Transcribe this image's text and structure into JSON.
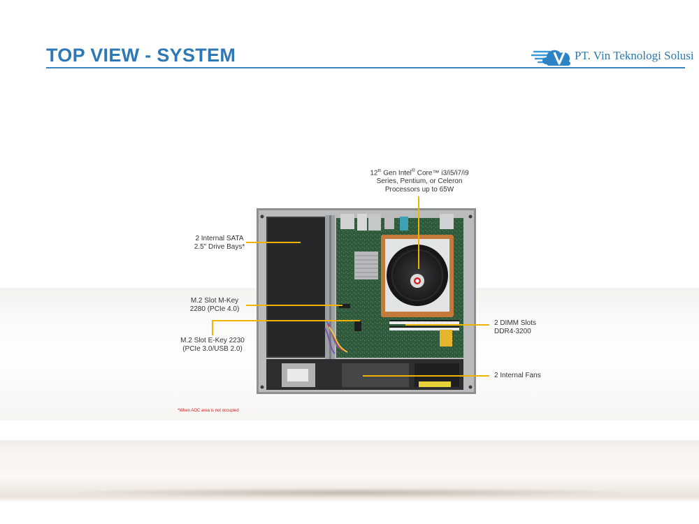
{
  "header": {
    "title": "TOP VIEW - SYSTEM",
    "logo_text": "PT. Vin Teknologi Solusi"
  },
  "callouts": {
    "cpu": {
      "line1_prefix": "12",
      "line1_sup": "th",
      "line1_mid": " Gen Intel",
      "line1_reg": "®",
      "line1_suffix": " Core™ i3/i5/i7/i9",
      "line2": "Series, Pentium, or Celeron",
      "line3": "Processors up to 65W"
    },
    "sata": {
      "line1": "2 Internal SATA",
      "line2": "2.5\" Drive Bays*"
    },
    "m2_mkey": {
      "line1": "M.2 Slot M-Key",
      "line2": "2280 (PCIe 4.0)"
    },
    "m2_ekey": {
      "line1": "M.2 Slot E-Key 2230",
      "line2": "(PCIe 3.0/USB 2.0)"
    },
    "dimm": {
      "line1": "2 DIMM Slots",
      "line2": "DDR4-3200"
    },
    "fans": {
      "line1": "2 Internal Fans"
    }
  },
  "footnote": "*When AOC area is not occupied",
  "colors": {
    "title_blue": "#2e79b5",
    "leader_gold": "#f0b400",
    "footnote_red": "#d11a1a",
    "pcb_green": "#2f5a3c"
  },
  "icons": {
    "logo": "cloud-v-logo-icon"
  }
}
